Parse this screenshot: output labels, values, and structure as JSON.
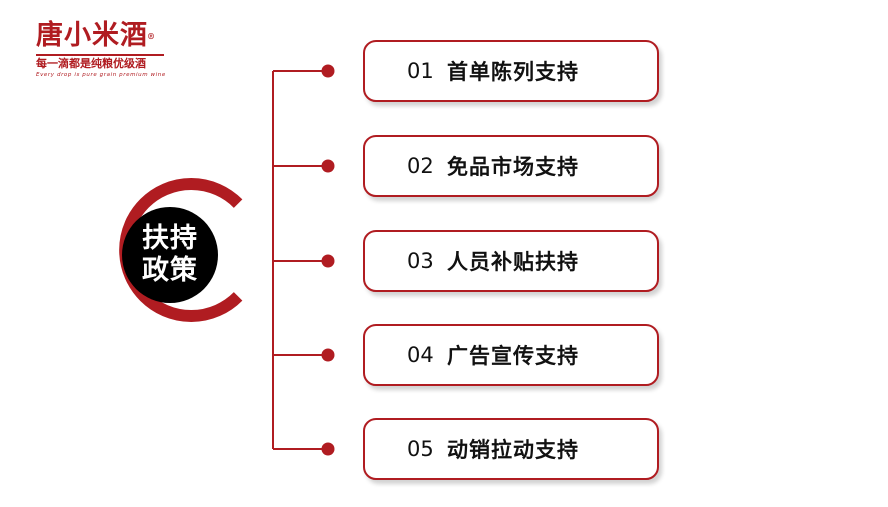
{
  "logo": {
    "title": "唐小米酒",
    "registered_mark": "®",
    "slogan": "每一滴都是纯粮优级酒",
    "english": "Every drop is pure grain premium wine"
  },
  "center": {
    "line1": "扶持",
    "line2": "政策"
  },
  "items": [
    {
      "num": "01",
      "label": "首单陈列支持"
    },
    {
      "num": "02",
      "label": "免品市场支持"
    },
    {
      "num": "03",
      "label": "人员补贴扶持"
    },
    {
      "num": "04",
      "label": "广告宣传支持"
    },
    {
      "num": "05",
      "label": "动销拉动支持"
    }
  ],
  "colors": {
    "accent": "#b01c21",
    "circle": "#000000",
    "text": "#111111"
  }
}
